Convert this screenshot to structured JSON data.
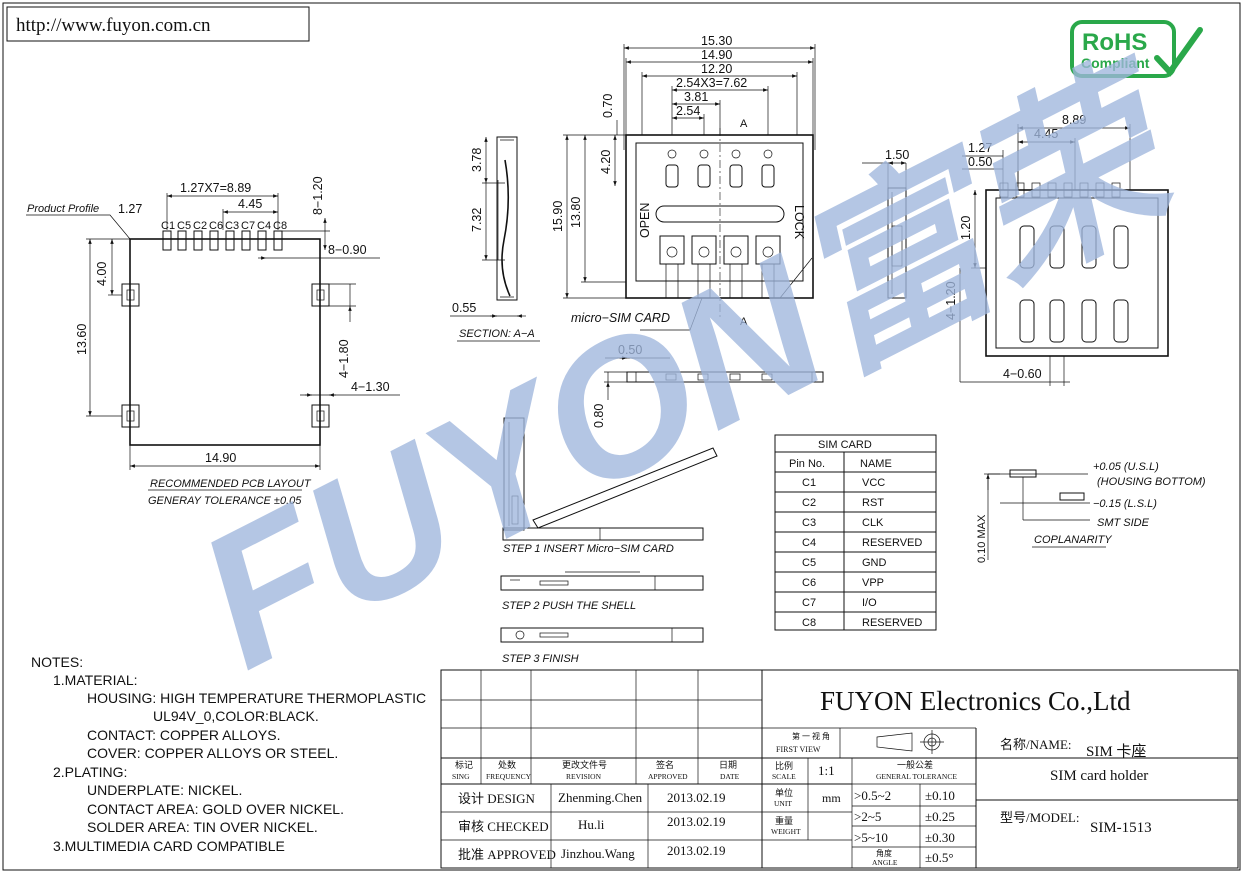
{
  "url": "http://www.fuyon.com.cn",
  "watermark": "FUYON富荣",
  "colors": {
    "rohs_green": "#2aa84a",
    "watermark_blue": "#9fb6dd",
    "line": "#111111"
  },
  "rohs": {
    "line1": "RoHS",
    "line2": "Compliant"
  },
  "pcb_layout": {
    "product_profile": "Product Profile",
    "dims": {
      "d_1_27": "1.27",
      "pitch": "1.27X7=8.89",
      "d_4_45": "4.45",
      "d_8_1_20": "8−1.20",
      "d_8_0_90": "8−0.90",
      "d_4_00": "4.00",
      "d_13_60": "13.60",
      "d_4_1_80": "4−1.80",
      "d_4_1_30": "4−1.30",
      "d_14_90": "14.90"
    },
    "contacts": [
      "C1",
      "C5",
      "C2",
      "C6",
      "C3",
      "C7",
      "C4",
      "C8"
    ],
    "title": "RECOMMENDED PCB LAYOUT",
    "tolerance": "GENERAY TOLERANCE ±0.05"
  },
  "section": {
    "d_3_78": "3.78",
    "d_7_32": "7.32",
    "d_0_55": "0.55",
    "label": "SECTION: A−A"
  },
  "top_view": {
    "d_15_30": "15.30",
    "d_14_90": "14.90",
    "d_12_20": "12.20",
    "d_pitch": "2.54X3=7.62",
    "d_3_81": "3.81",
    "d_2_54": "2.54",
    "d_0_70": "0.70",
    "d_4_20": "4.20",
    "d_13_80": "13.80",
    "d_15_90": "15.90",
    "open": "OPEN",
    "lock": "LOCK",
    "marker_a": "A",
    "card_label": "micro−SIM CARD"
  },
  "side_view": {
    "d_1_50": "1.50"
  },
  "front_view": {
    "d_0_50": "0.50",
    "d_0_80": "0.80"
  },
  "bottom_view": {
    "d_8_89": "8.89",
    "d_4_45": "4.45",
    "d_1_27": "1.27",
    "d_0_50": "0.50",
    "d_1_20": "1.20",
    "d_4_1_20": "4−1.20",
    "d_4_0_60": "4−0.60"
  },
  "steps": {
    "step1": "STEP 1  INSERT Micro−SIM CARD",
    "step2": "STEP 2   PUSH THE SHELL",
    "step3": "STEP 3   FINISH"
  },
  "sim_table": {
    "title": "SIM CARD",
    "headers": [
      "Pin No.",
      "NAME"
    ],
    "rows": [
      [
        "C1",
        "VCC"
      ],
      [
        "C2",
        "RST"
      ],
      [
        "C3",
        "CLK"
      ],
      [
        "C4",
        "RESERVED"
      ],
      [
        "C5",
        "GND"
      ],
      [
        "C6",
        "VPP"
      ],
      [
        "C7",
        "I/O"
      ],
      [
        "C8",
        "RESERVED"
      ]
    ]
  },
  "coplanarity": {
    "usl": "+0.05 (U.S.L)",
    "housing_bottom": "(HOUSING BOTTOM)",
    "lsl": "−0.15 (L.S.L)",
    "smt_side": "SMT SIDE",
    "title": "COPLANARITY",
    "max": "0.10 MAX"
  },
  "notes": {
    "title": "NOTES:",
    "lines": [
      "1.MATERIAL:",
      "HOUSING: HIGH TEMPERATURE THERMOPLASTIC",
      "UL94V_0,COLOR:BLACK.",
      "CONTACT: COPPER ALLOYS.",
      "COVER: COPPER ALLOYS OR STEEL.",
      "2.PLATING:",
      "UNDERPLATE: NICKEL.",
      "CONTACT AREA: GOLD OVER NICKEL.",
      "SOLDER AREA: TIN OVER NICKEL.",
      "3.MULTIMEDIA CARD COMPATIBLE"
    ]
  },
  "title_block": {
    "company": "FUYON Electronics Co.,Ltd",
    "hdr": [
      [
        "标记",
        "SING"
      ],
      [
        "处数",
        "FREQUENCY"
      ],
      [
        "更改文件号",
        "REVISION"
      ],
      [
        "签名",
        "APPROVED"
      ],
      [
        "日期",
        "DATE"
      ]
    ],
    "scale_label": [
      "比例",
      "SCALE"
    ],
    "scale": "1:1",
    "view_label": [
      "第 一 视 角",
      "FIRST VIEW"
    ],
    "tol_label": [
      "一般公差",
      "GENERAL TOLERANCE"
    ],
    "unit_label": [
      "单位",
      "UNIT"
    ],
    "unit": "mm",
    "weight_label": [
      "重量",
      "WEIGHT"
    ],
    "angle_label": [
      "角度",
      "ANGLE"
    ],
    "tolerances": [
      [
        ">0.5~2",
        "±0.10"
      ],
      [
        ">2~5",
        "±0.25"
      ],
      [
        ">5~10",
        "±0.30"
      ],
      [
        "",
        "±0.5°"
      ]
    ],
    "sign_rows": [
      [
        "设计 DESIGN",
        "Zhenming.Chen",
        "2013.02.19"
      ],
      [
        "审核 CHECKED",
        "Hu.li",
        "2013.02.19"
      ],
      [
        "批准 APPROVED",
        "Jinzhou.Wang",
        "2013.02.19"
      ]
    ],
    "name_label": "名称/NAME:",
    "name_cn": "SIM 卡座",
    "name_en": "SIM card holder",
    "model_label": "型号/MODEL:",
    "model": "SIM-1513"
  }
}
